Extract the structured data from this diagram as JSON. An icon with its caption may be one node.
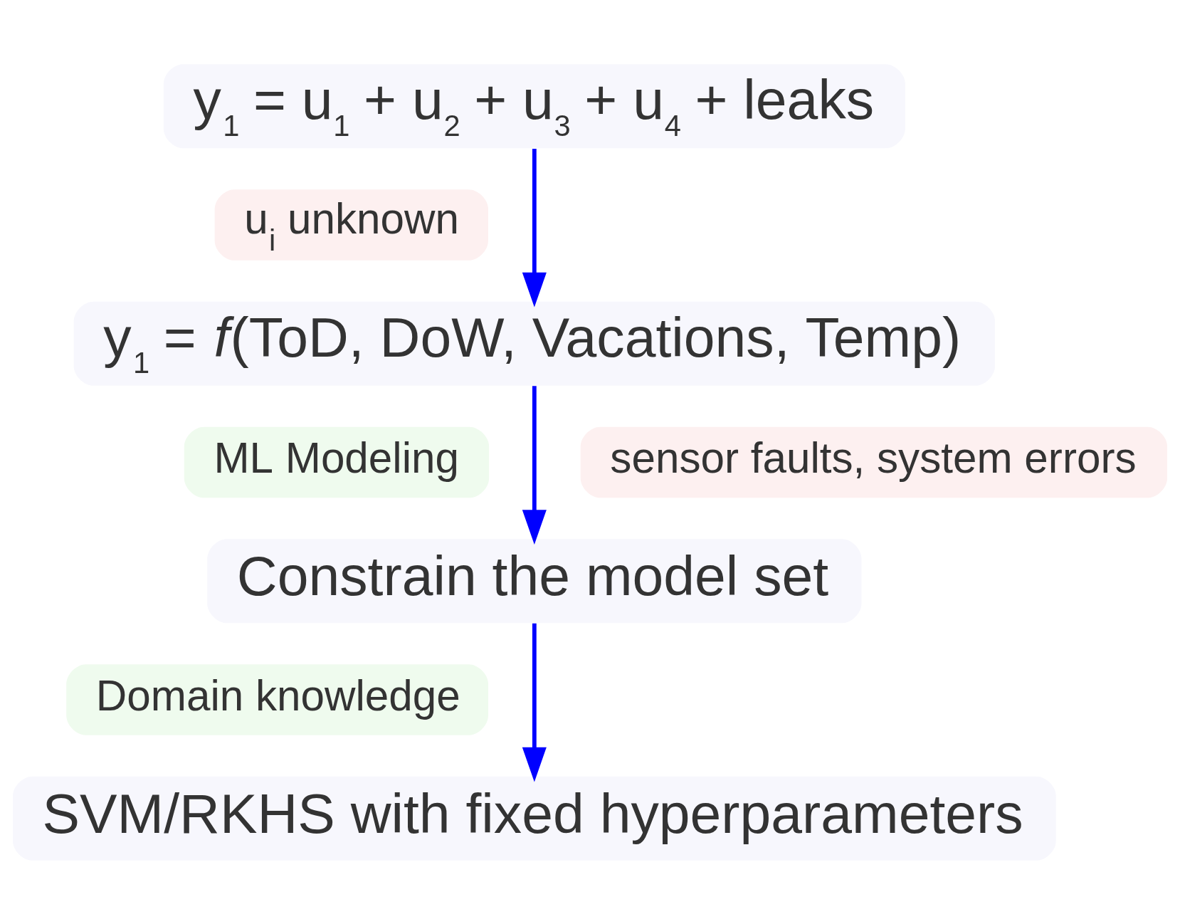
{
  "diagram": {
    "nodes": [
      {
        "text": [
          "y$_{1}$ = u$_{1}$ + u$_{2}$ + u$_{3}$ + u$_{4}$ + leaks"
        ]
      },
      {
        "text": [
          "u$_{i}$ unknown"
        ]
      },
      {
        "text": [
          "y$_{1}$ = *f*(ToD, DoW, Vacations, Temp)"
        ]
      },
      {
        "text": [
          "ML Modeling"
        ]
      },
      {
        "text": [
          "sensor faults, system errors"
        ]
      },
      {
        "text": [
          "Constrain the model set"
        ]
      },
      {
        "text": [
          "Domain knowledge"
        ]
      },
      {
        "text": [
          "SVM/RKHS with fixed hyperparameters"
        ]
      }
    ],
    "edges": [
      {
        "from": 0,
        "to": 2,
        "arrow": "to"
      },
      {
        "from": 2,
        "to": 5,
        "arrow": "to"
      },
      {
        "from": 5,
        "to": 7,
        "arrow": "to"
      }
    ]
  }
}
